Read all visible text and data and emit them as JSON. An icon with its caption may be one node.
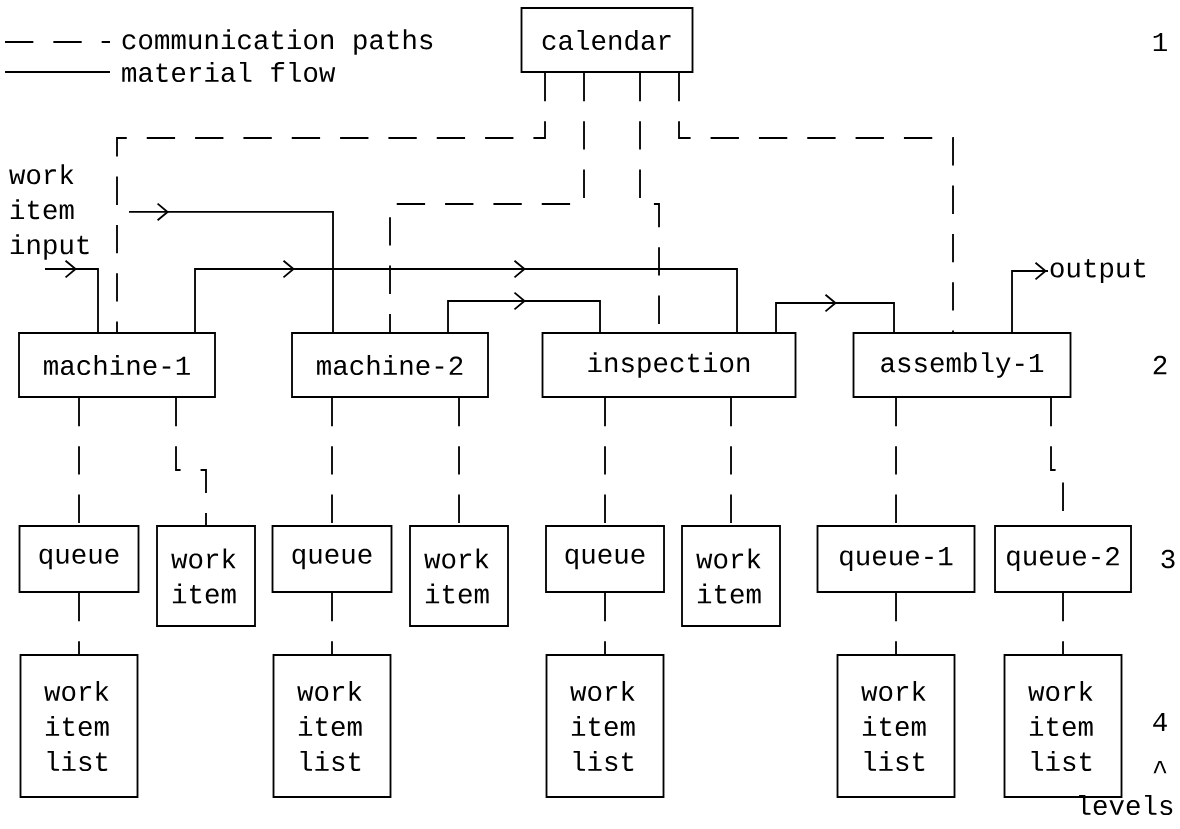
{
  "diagram": {
    "nodes": [
      {
        "text": [
          "calendar"
        ]
      },
      {
        "text": [
          "machine-1"
        ]
      },
      {
        "text": [
          "machine-2"
        ]
      },
      {
        "text": [
          "inspection"
        ]
      },
      {
        "text": [
          "assembly-1"
        ]
      },
      {
        "text": [
          "queue"
        ]
      },
      {
        "text": [
          "work item"
        ]
      },
      {
        "text": [
          "queue"
        ]
      },
      {
        "text": [
          "work item"
        ]
      },
      {
        "text": [
          "queue"
        ]
      },
      {
        "text": [
          "work item"
        ]
      },
      {
        "text": [
          "queue-1"
        ]
      },
      {
        "text": [
          "queue-2"
        ]
      },
      {
        "text": [
          "work item list"
        ]
      },
      {
        "text": [
          "work item list"
        ]
      },
      {
        "text": [
          "work item list"
        ]
      },
      {
        "text": [
          "work item list"
        ]
      },
      {
        "text": [
          "work item list"
        ]
      },
      {
        "text": [
          "work item input"
        ]
      },
      {
        "text": [
          "output"
        ]
      }
    ],
    "edges": [
      {
        "from": 0,
        "to": 1,
        "arrow": "none",
        "style": "dashed"
      },
      {
        "from": 0,
        "to": 2,
        "arrow": "none",
        "style": "dashed"
      },
      {
        "from": 0,
        "to": 3,
        "arrow": "none",
        "style": "dashed"
      },
      {
        "from": 0,
        "to": 4,
        "arrow": "none",
        "style": "dashed"
      },
      {
        "from": 18,
        "to": 1,
        "arrow": "to"
      },
      {
        "from": 18,
        "to": 2,
        "arrow": "to"
      },
      {
        "from": 1,
        "to": 3,
        "arrow": "to"
      },
      {
        "from": 2,
        "to": 3,
        "arrow": "to"
      },
      {
        "from": 3,
        "to": 4,
        "arrow": "to"
      },
      {
        "from": 4,
        "to": 19,
        "arrow": "to"
      },
      {
        "from": 1,
        "to": 5,
        "arrow": "none",
        "style": "dashed"
      },
      {
        "from": 1,
        "to": 6,
        "arrow": "none",
        "style": "dashed"
      },
      {
        "from": 2,
        "to": 7,
        "arrow": "none",
        "style": "dashed"
      },
      {
        "from": 2,
        "to": 8,
        "arrow": "none",
        "style": "dashed"
      },
      {
        "from": 3,
        "to": 9,
        "arrow": "none",
        "style": "dashed"
      },
      {
        "from": 3,
        "to": 10,
        "arrow": "none",
        "style": "dashed"
      },
      {
        "from": 4,
        "to": 11,
        "arrow": "none",
        "style": "dashed"
      },
      {
        "from": 4,
        "to": 12,
        "arrow": "none",
        "style": "dashed"
      },
      {
        "from": 5,
        "to": 13,
        "arrow": "none",
        "style": "dashed"
      },
      {
        "from": 7,
        "to": 14,
        "arrow": "none",
        "style": "dashed"
      },
      {
        "from": 9,
        "to": 15,
        "arrow": "none",
        "style": "dashed"
      },
      {
        "from": 11,
        "to": 16,
        "arrow": "none",
        "style": "dashed"
      },
      {
        "from": 12,
        "to": 17,
        "arrow": "none",
        "style": "dashed"
      }
    ],
    "labels": [
      "1",
      "2",
      "3",
      "4",
      "^",
      "levels"
    ],
    "legend": [
      {
        "text": "communication paths"
      },
      {
        "text": "material flow"
      }
    ]
  }
}
